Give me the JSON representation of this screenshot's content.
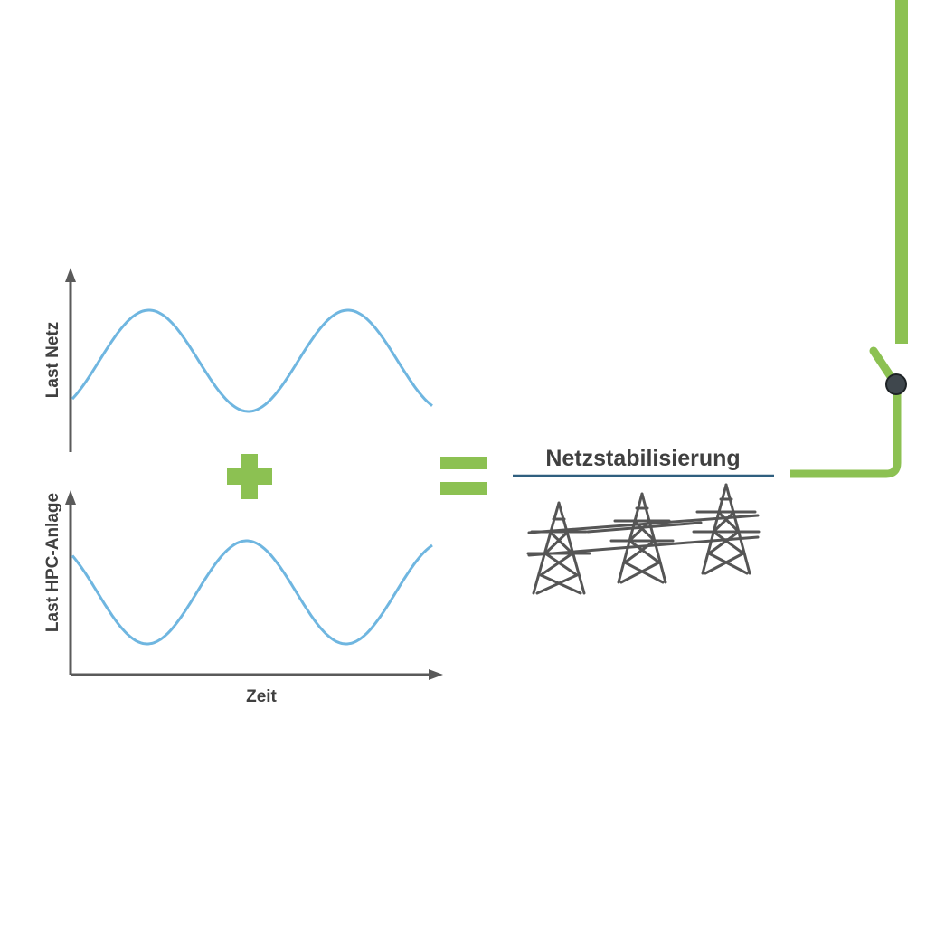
{
  "labels": {
    "top_y_axis": "Last Netz",
    "bottom_y_axis": "Last HPC-Anlage",
    "x_axis": "Zeit",
    "result": "Netzstabilisierung"
  },
  "symbols": {
    "plus": "plus-sign",
    "equals": "equals-sign",
    "towers": "power-tower-icon"
  },
  "colors": {
    "wave": "#6fb6e0",
    "accent_green": "#8cc152",
    "axis": "#5a5a5a",
    "underline": "#2f5f7f",
    "tower": "#555555",
    "node": "#3f474d"
  }
}
